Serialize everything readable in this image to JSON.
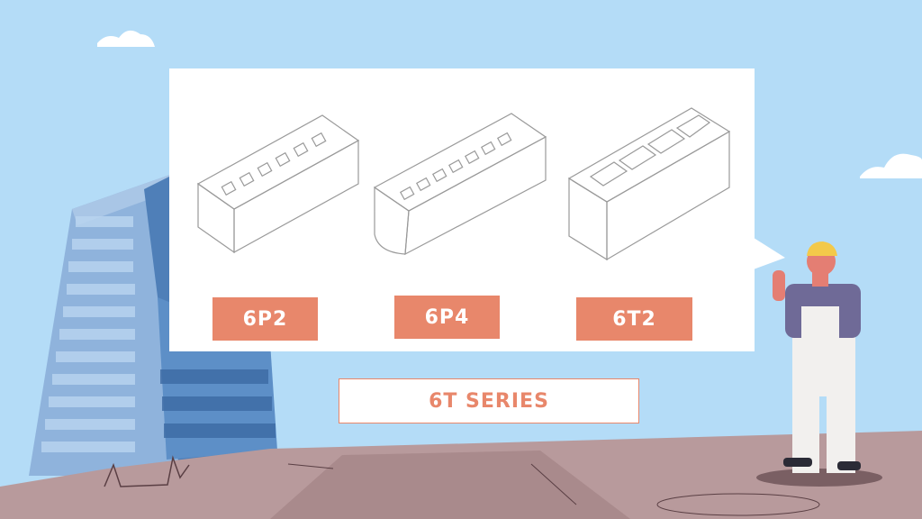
{
  "colors": {
    "sky": "#b4dcf7",
    "ground": "#b89a9c",
    "building": "#6f9fd4",
    "accent": "#e8876b",
    "panel": "#ffffff"
  },
  "products": [
    {
      "code": "6P2"
    },
    {
      "code": "6P4"
    },
    {
      "code": "6T2"
    }
  ],
  "series": {
    "title": "6T SERIES"
  }
}
